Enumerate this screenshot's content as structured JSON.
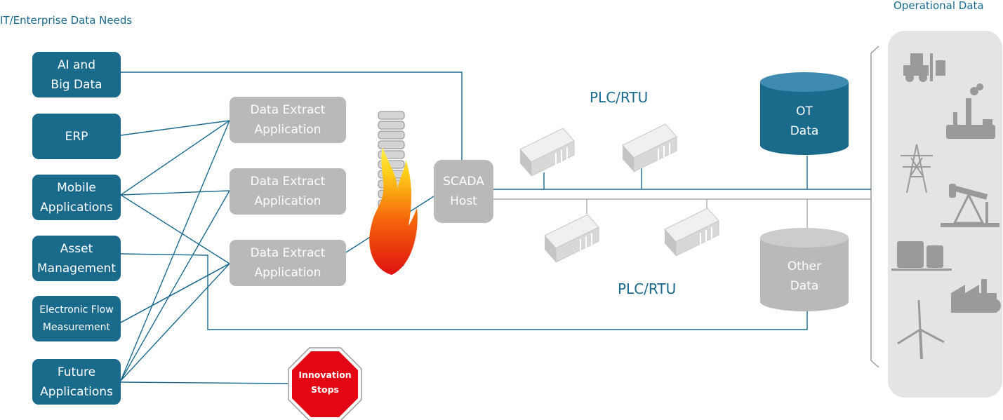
{
  "headers": {
    "it_title": "IT/Enterprise Data Needs",
    "ot_title": "Operational Data"
  },
  "it_boxes": [
    {
      "label": "AI and\nBig Data"
    },
    {
      "label": "ERP"
    },
    {
      "label": "Mobile\nApplications"
    },
    {
      "label": "Asset\nManagement"
    },
    {
      "label": "Electronic Flow\nMeasurement"
    },
    {
      "label": "Future\nApplications"
    }
  ],
  "extract_apps": [
    {
      "label": "Data Extract\nApplication"
    },
    {
      "label": "Data Extract\nApplication"
    },
    {
      "label": "Data Extract\nApplication"
    }
  ],
  "scada": {
    "label": "SCADA\nHost"
  },
  "plc_labels": {
    "top": "PLC/RTU",
    "bottom": "PLC/RTU"
  },
  "databases": {
    "ot": "OT\nData",
    "other": "Other\nData"
  },
  "stop_sign": {
    "label": "Innovation\nStops"
  },
  "ot_icons": [
    "forklift-icon",
    "refinery-icon",
    "power-tower-icon",
    "oil-pump-icon",
    "storage-tanks-icon",
    "factory-icon",
    "wind-turbine-icon"
  ],
  "colors": {
    "it_blue": "#1a6a8c",
    "gray_box": "#b9b9b9",
    "panel": "#e4e4e4",
    "stop_red": "#e30613"
  }
}
